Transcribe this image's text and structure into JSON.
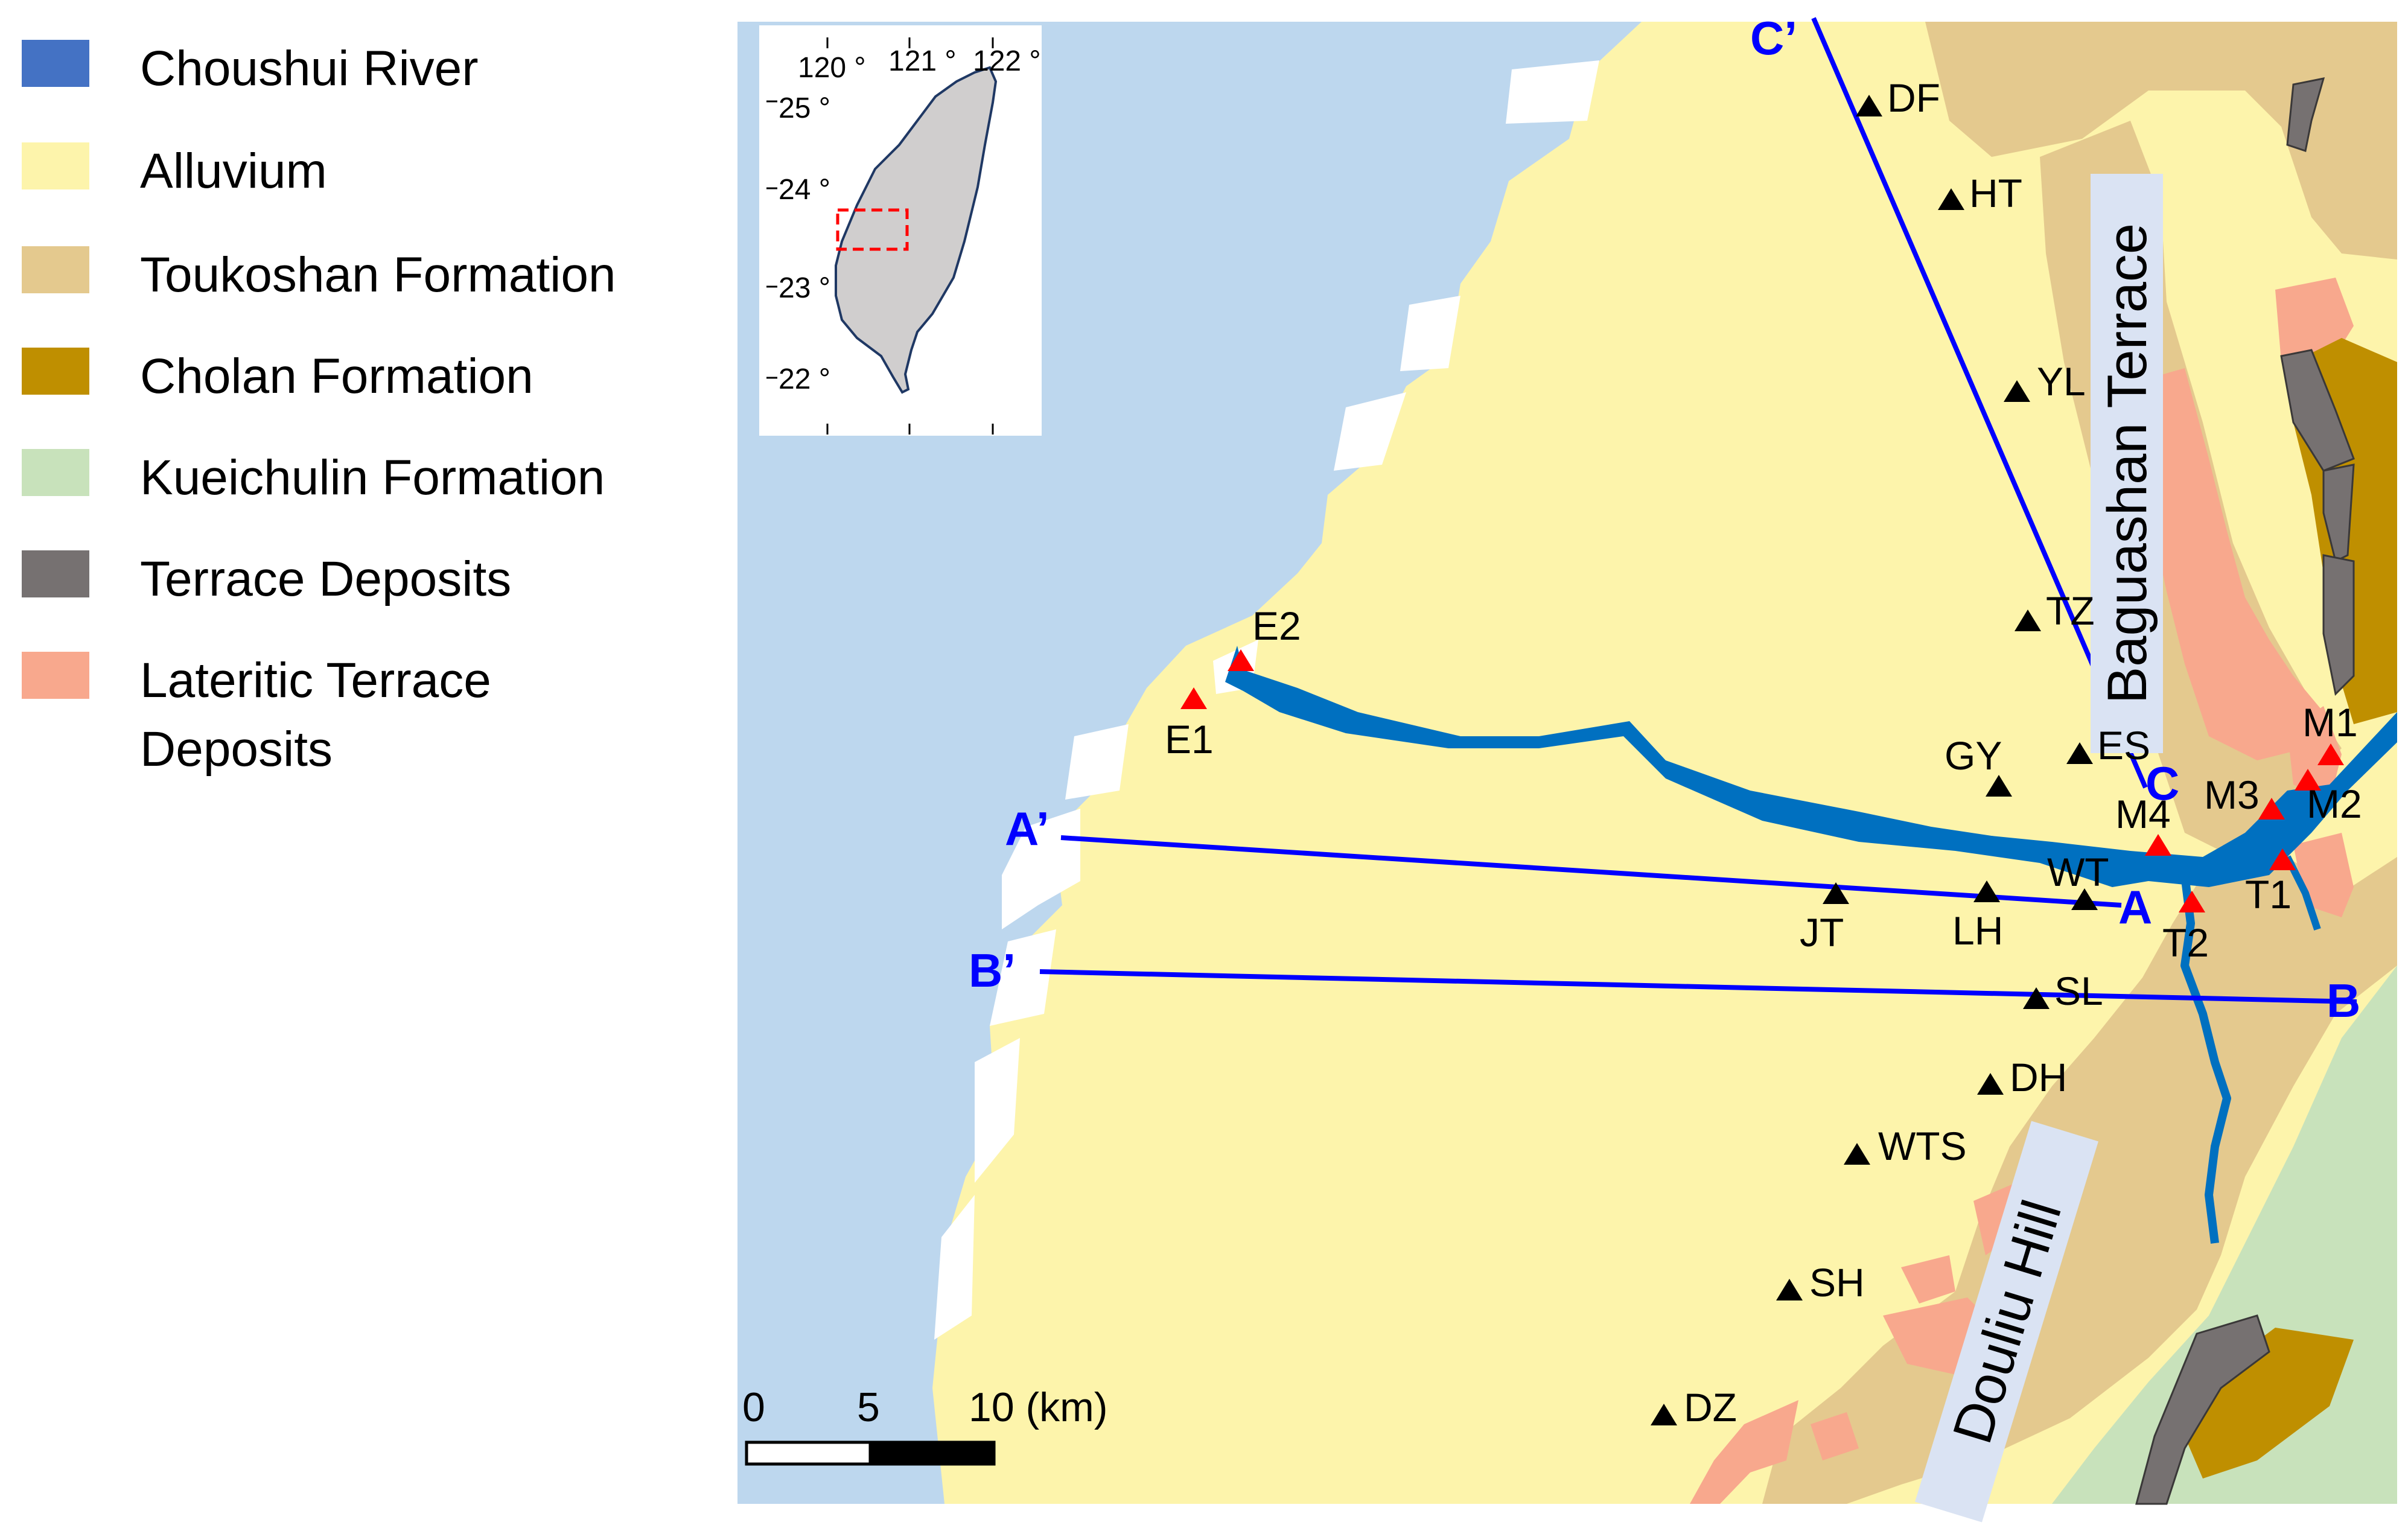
{
  "legend": {
    "items": [
      {
        "label": "Choushui River",
        "color": "#4472c4"
      },
      {
        "label": "Alluvium",
        "color": "#fdf4ab"
      },
      {
        "label": "Toukoshan Formation",
        "color": "#e4c98e"
      },
      {
        "label": "Cholan Formation",
        "color": "#bf8f00"
      },
      {
        "label": "Kueichulin Formation",
        "color": "#c8e2bb"
      },
      {
        "label": "Terrace Deposits",
        "color": "#767171"
      },
      {
        "label": "Lateritic Terrace",
        "label2": "Deposits",
        "color": "#f8a88d"
      }
    ]
  },
  "colors": {
    "sea": "#bdd7ee",
    "river": "#0070c0",
    "profile_line": "#0000ff",
    "station_black": "#000000",
    "station_red": "#ff0000",
    "inset_island": "#d0cece",
    "inset_box": "#ff0000"
  },
  "inset": {
    "lon_labels": [
      "120 °",
      "121 °",
      "122 °"
    ],
    "lat_labels": [
      "25 °",
      "24 °",
      "23 °",
      "22 °"
    ]
  },
  "region_labels": {
    "baguashan": "Baguashan Terrace",
    "douliu": "Douliu Hill"
  },
  "profiles": [
    {
      "start": "C’",
      "end": "C"
    },
    {
      "start": "A’",
      "end": "A"
    },
    {
      "start": "B’",
      "end": "B"
    }
  ],
  "stations_black": [
    "DF",
    "HT",
    "YL",
    "TZ",
    "ES",
    "GY",
    "WT",
    "LH",
    "JT",
    "SL",
    "DH",
    "WTS",
    "SH",
    "DZ"
  ],
  "stations_red": [
    "E1",
    "E2",
    "M1",
    "M2",
    "M3",
    "M4",
    "T1",
    "T2"
  ],
  "scale_bar": {
    "labels": [
      "0",
      "5",
      "10 (km)"
    ]
  }
}
